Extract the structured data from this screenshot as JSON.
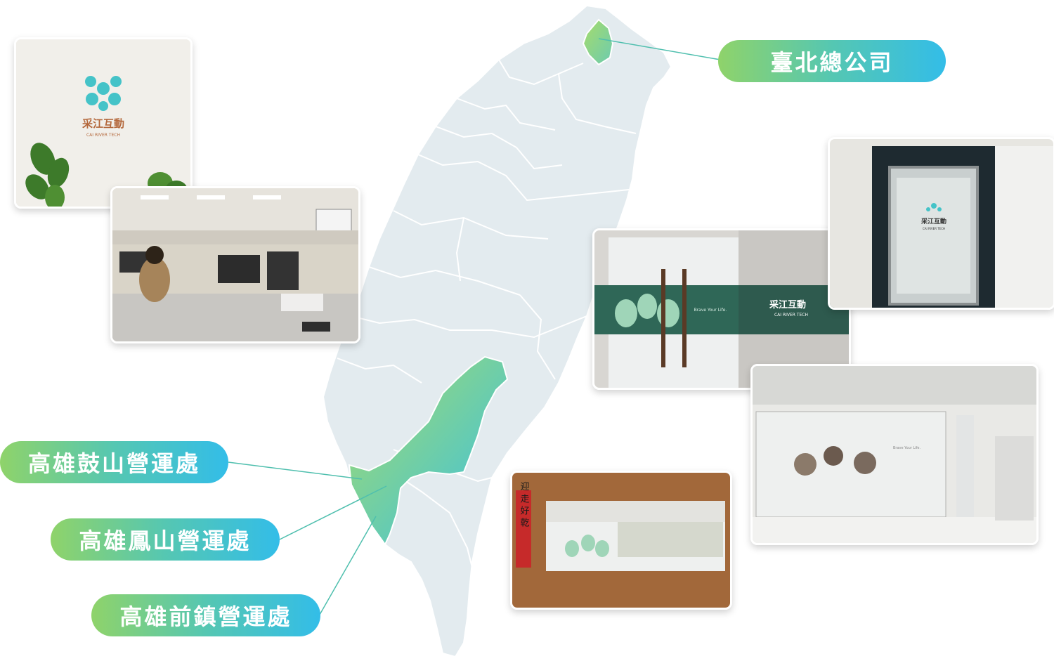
{
  "locations": {
    "taipei_hq": "臺北總公司",
    "gushan": "高雄鼓山營運處",
    "fengshan": "高雄鳳山營運處",
    "qianzhen": "高雄前鎮營運處"
  },
  "photos": {
    "reception_brand_cn": "采江互動",
    "reception_brand_en": "CAI RIVER TECH",
    "entrance_brand_cn": "采江互動",
    "entrance_brand_en": "CAI RIVER TECH",
    "entrance_slogan": "Brave Your Life.",
    "door_brand_cn": "采江互動",
    "door_brand_en": "CAI RIVER TECH",
    "window_slogan": "Brave Your Life.",
    "banner_text": "迎 走 好 乾"
  },
  "colors": {
    "map_fill": "#e3ebef",
    "map_border": "#ffffff",
    "highlight_start": "#9bd86a",
    "highlight_end": "#34bde6",
    "pill_start": "#8fd36a",
    "pill_end": "#33bde8"
  }
}
